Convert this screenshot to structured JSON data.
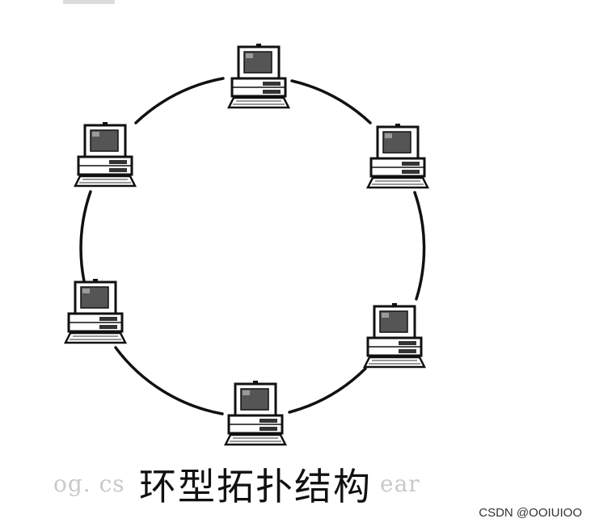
{
  "diagram": {
    "title": "环型拓扑结构",
    "node_count": 6,
    "node_icon": "desktop-computer-icon",
    "ring_color": "#111111"
  },
  "watermark": {
    "left_text": "og. cs",
    "right_text": "ear"
  },
  "credit": "CSDN @OOIUIOO"
}
